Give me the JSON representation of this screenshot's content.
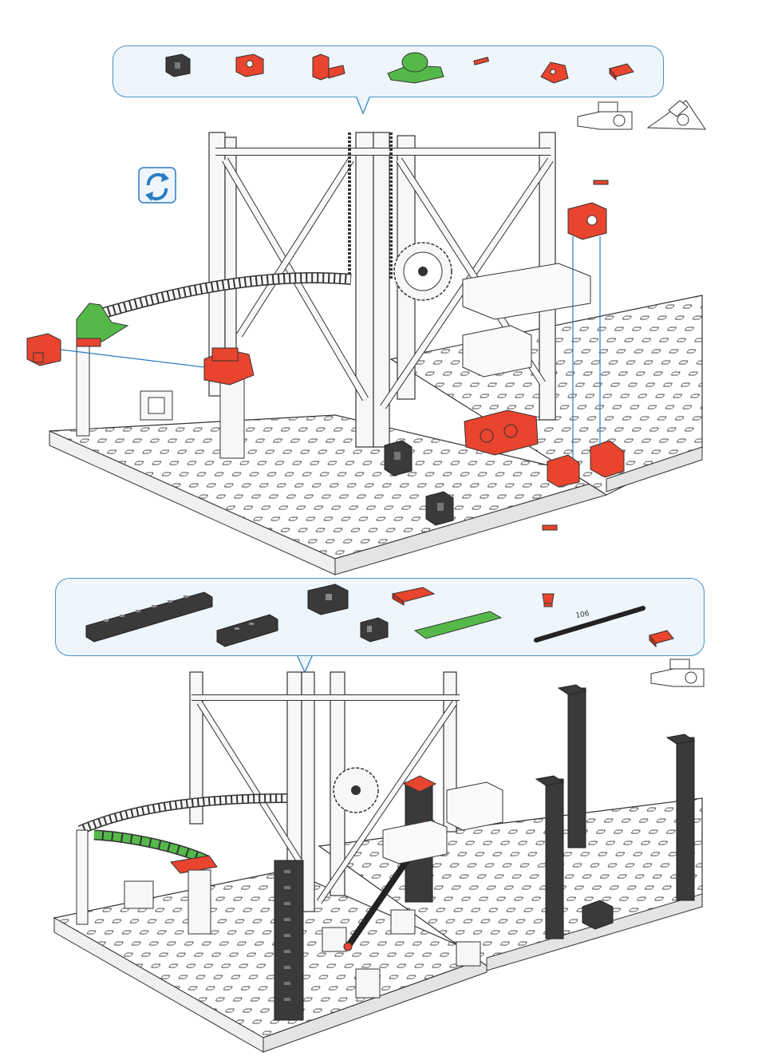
{
  "page": {
    "background": "#ffffff"
  },
  "colors": {
    "callout_border": "#4a93c9",
    "callout_fill": "#eef5fb",
    "part_red": "#e8442e",
    "part_green": "#55b94a",
    "part_black": "#3a3a3a",
    "part_white": "#f4f4f4",
    "outline": "#333333",
    "guide_line": "#2a7bc4"
  },
  "step1": {
    "parts_callout": {
      "parts": [
        {
          "name": "black-building-block",
          "color": "black"
        },
        {
          "name": "red-cross-block",
          "color": "red"
        },
        {
          "name": "red-angle-bracket",
          "color": "red"
        },
        {
          "name": "green-hinge-base",
          "color": "green"
        },
        {
          "name": "red-small-pin",
          "color": "red"
        },
        {
          "name": "red-angle-block",
          "color": "red"
        },
        {
          "name": "red-slide-piece",
          "color": "red"
        }
      ]
    },
    "rotate_icon": "rotate-view-icon",
    "view_hints": [
      "view-hint-front-icon",
      "view-hint-angled-icon"
    ]
  },
  "step2": {
    "parts_callout": {
      "parts": [
        {
          "name": "black-long-beam",
          "color": "black"
        },
        {
          "name": "black-medium-beam",
          "color": "black"
        },
        {
          "name": "black-building-block",
          "color": "black"
        },
        {
          "name": "black-small-block",
          "color": "black"
        },
        {
          "name": "red-flat-plate",
          "color": "red"
        },
        {
          "name": "green-track-strip",
          "color": "green"
        },
        {
          "name": "red-clip",
          "color": "red"
        },
        {
          "name": "black-strut",
          "color": "black"
        },
        {
          "name": "red-slide-piece",
          "color": "red"
        }
      ],
      "strut_length_label": "106"
    },
    "view_hints": [
      "view-hint-front-icon"
    ]
  }
}
